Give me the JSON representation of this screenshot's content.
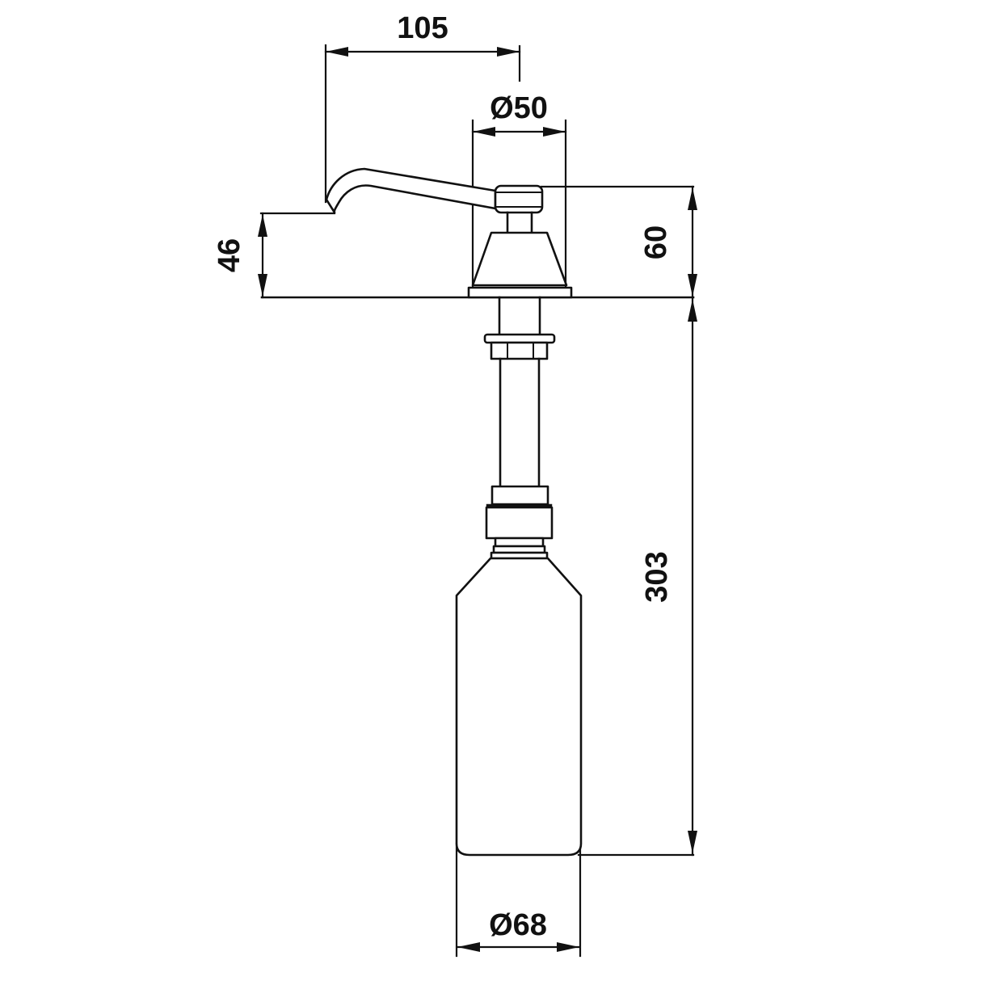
{
  "drawing": {
    "description": "Deck-mounted soap dispenser: curved spout and pump head above the counter, pump shaft and soap bottle below the counter",
    "background": "#ffffff",
    "line_color": "#111111",
    "labels": {
      "spout_projection": "105",
      "escutcheon_diameter": "Ø50",
      "outlet_height_above_deck": "46",
      "pump_height_above_deck": "60",
      "depth_below_deck": "303",
      "bottle_diameter": "Ø68"
    }
  }
}
